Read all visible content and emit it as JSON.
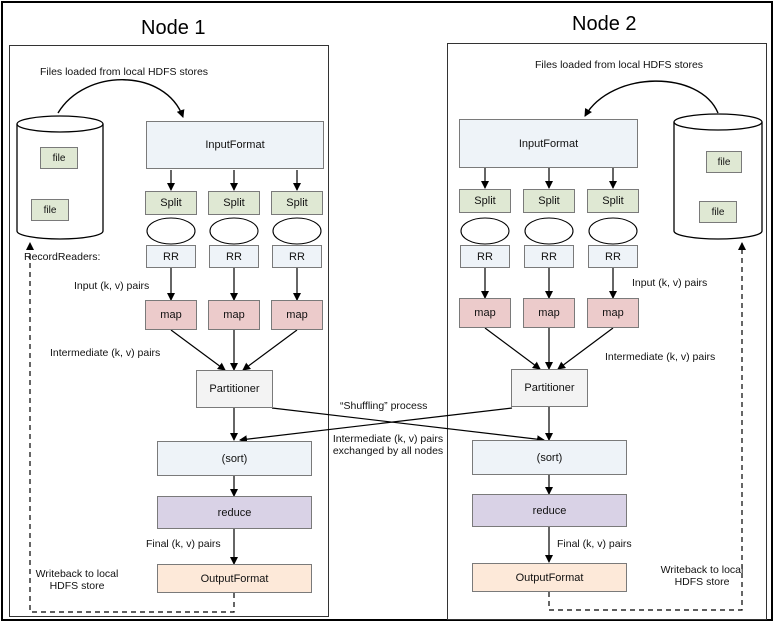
{
  "node1": {
    "title": "Node 1",
    "files_label": "Files loaded from local HDFS stores",
    "input_format": "InputFormat",
    "splits": [
      "Split",
      "Split",
      "Split"
    ],
    "record_readers_label": "RecordReaders:",
    "rrs": [
      "RR",
      "RR",
      "RR"
    ],
    "input_pairs_label": "Input (k, v) pairs",
    "maps": [
      "map",
      "map",
      "map"
    ],
    "intermediate_label": "Intermediate (k, v) pairs",
    "partitioner": "Partitioner",
    "sort": "(sort)",
    "reduce": "reduce",
    "final_label": "Final (k, v) pairs",
    "output_format": "OutputFormat",
    "writeback_label": "Writeback to local HDFS store",
    "files": [
      "file",
      "file"
    ]
  },
  "node2": {
    "title": "Node 2",
    "files_label": "Files loaded from local HDFS stores",
    "input_format": "InputFormat",
    "splits": [
      "Split",
      "Split",
      "Split"
    ],
    "rrs": [
      "RR",
      "RR",
      "RR"
    ],
    "input_pairs_label": "Input (k, v) pairs",
    "maps": [
      "map",
      "map",
      "map"
    ],
    "intermediate_label": "Intermediate (k, v) pairs",
    "partitioner": "Partitioner",
    "sort": "(sort)",
    "reduce": "reduce",
    "final_label": "Final (k, v) pairs",
    "output_format": "OutputFormat",
    "writeback_label": "Writeback to local HDFS store",
    "files": [
      "file",
      "file"
    ]
  },
  "shuffle": {
    "title": "“Shuffling” process",
    "description": "Intermediate (k, v) pairs exchanged by all nodes"
  }
}
